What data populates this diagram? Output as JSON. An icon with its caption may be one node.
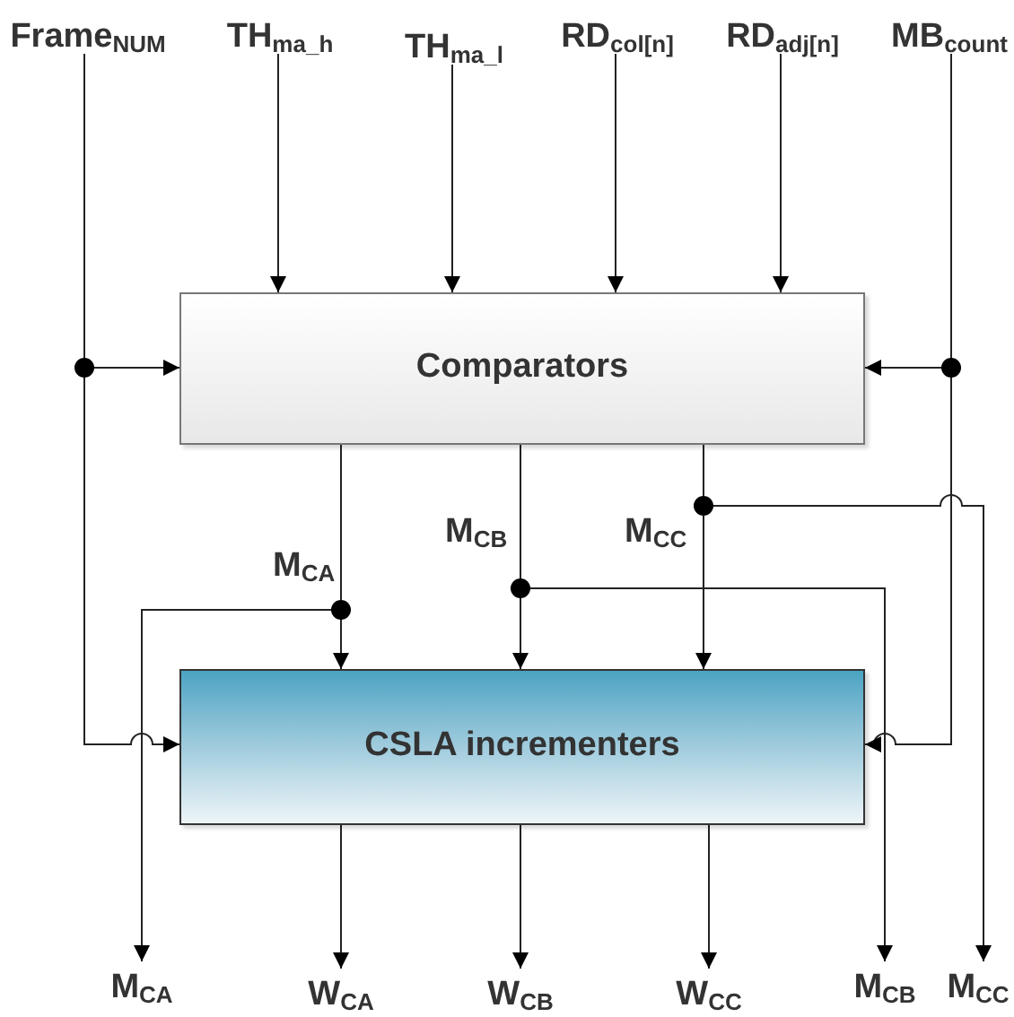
{
  "diagram": {
    "nodes": [
      {
        "text": [
          "Frame$_{NUM}$"
        ]
      },
      {
        "text": [
          "TH$_{ma_h}$"
        ]
      },
      {
        "text": [
          "TH$_{ma_l}$"
        ]
      },
      {
        "text": [
          "RD$_{col[n]}$"
        ]
      },
      {
        "text": [
          "RD$_{adj[n]}$"
        ]
      },
      {
        "text": [
          "MB$_{count}$"
        ]
      },
      {
        "text": [
          "Comparators"
        ]
      },
      {
        "text": [
          "CSLA incrementers"
        ]
      },
      {
        "text": [
          "M$_{CA}$"
        ]
      },
      {
        "text": [
          "W$_{CA}$"
        ]
      },
      {
        "text": [
          "W$_{CB}$"
        ]
      },
      {
        "text": [
          "W$_{CC}$"
        ]
      },
      {
        "text": [
          "M$_{CB}$"
        ]
      },
      {
        "text": [
          "M$_{CC}$"
        ]
      }
    ],
    "edges": [
      {
        "from": 0,
        "to": 6,
        "arrow": "to"
      },
      {
        "from": 0,
        "to": 7,
        "arrow": "to"
      },
      {
        "from": 1,
        "to": 6,
        "arrow": "to"
      },
      {
        "from": 2,
        "to": 6,
        "arrow": "to"
      },
      {
        "from": 3,
        "to": 6,
        "arrow": "to"
      },
      {
        "from": 4,
        "to": 6,
        "arrow": "to"
      },
      {
        "from": 5,
        "to": 6,
        "arrow": "to"
      },
      {
        "from": 5,
        "to": 7,
        "arrow": "to"
      },
      {
        "from": 6,
        "to": 7,
        "arrow": "to",
        "label": "M$_{CA}$"
      },
      {
        "from": 6,
        "to": 7,
        "arrow": "to",
        "label": "M$_{CB}$"
      },
      {
        "from": 6,
        "to": 7,
        "arrow": "to",
        "label": "M$_{CC}$"
      },
      {
        "from": 6,
        "to": 8,
        "arrow": "to"
      },
      {
        "from": 6,
        "to": 12,
        "arrow": "to"
      },
      {
        "from": 6,
        "to": 13,
        "arrow": "to"
      },
      {
        "from": 7,
        "to": 9,
        "arrow": "to"
      },
      {
        "from": 7,
        "to": 10,
        "arrow": "to"
      },
      {
        "from": 7,
        "to": 11,
        "arrow": "to"
      }
    ]
  }
}
